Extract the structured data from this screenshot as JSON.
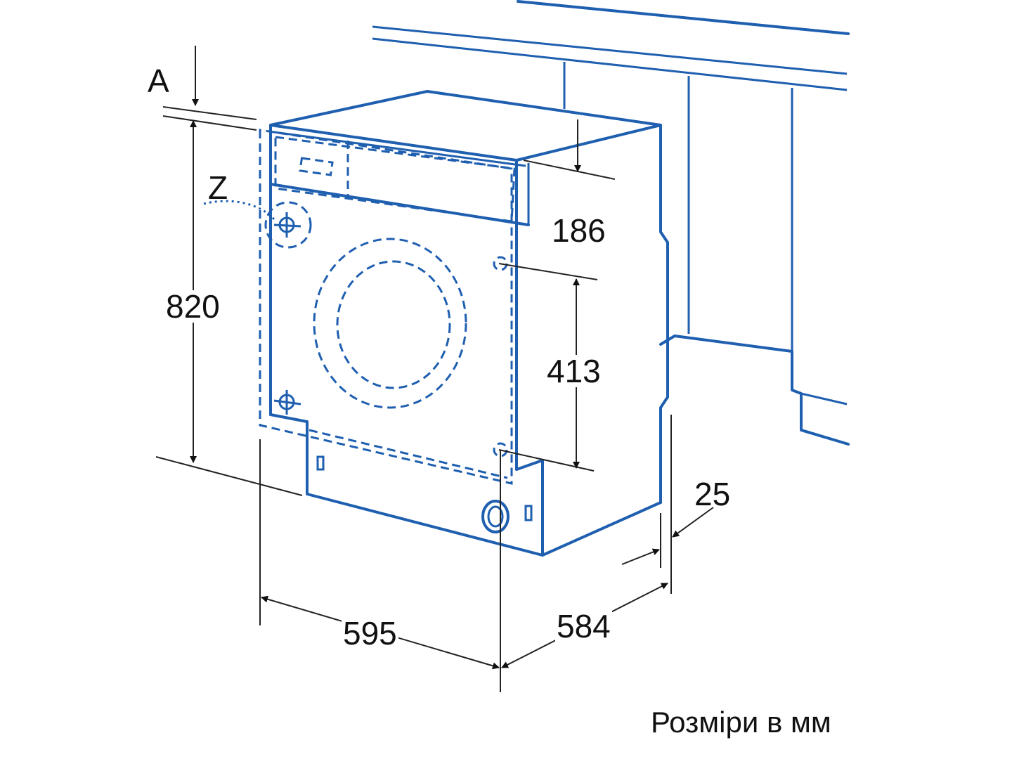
{
  "diagram": {
    "dimensions": {
      "a_label": "A",
      "z_label": "Z",
      "height": "820",
      "control_panel_height": "186",
      "door_height": "413",
      "width": "595",
      "depth": "584",
      "offset": "25"
    },
    "caption": "Розміри в мм",
    "colors": {
      "line": "#1f5fb0",
      "dimension": "#222222"
    }
  }
}
